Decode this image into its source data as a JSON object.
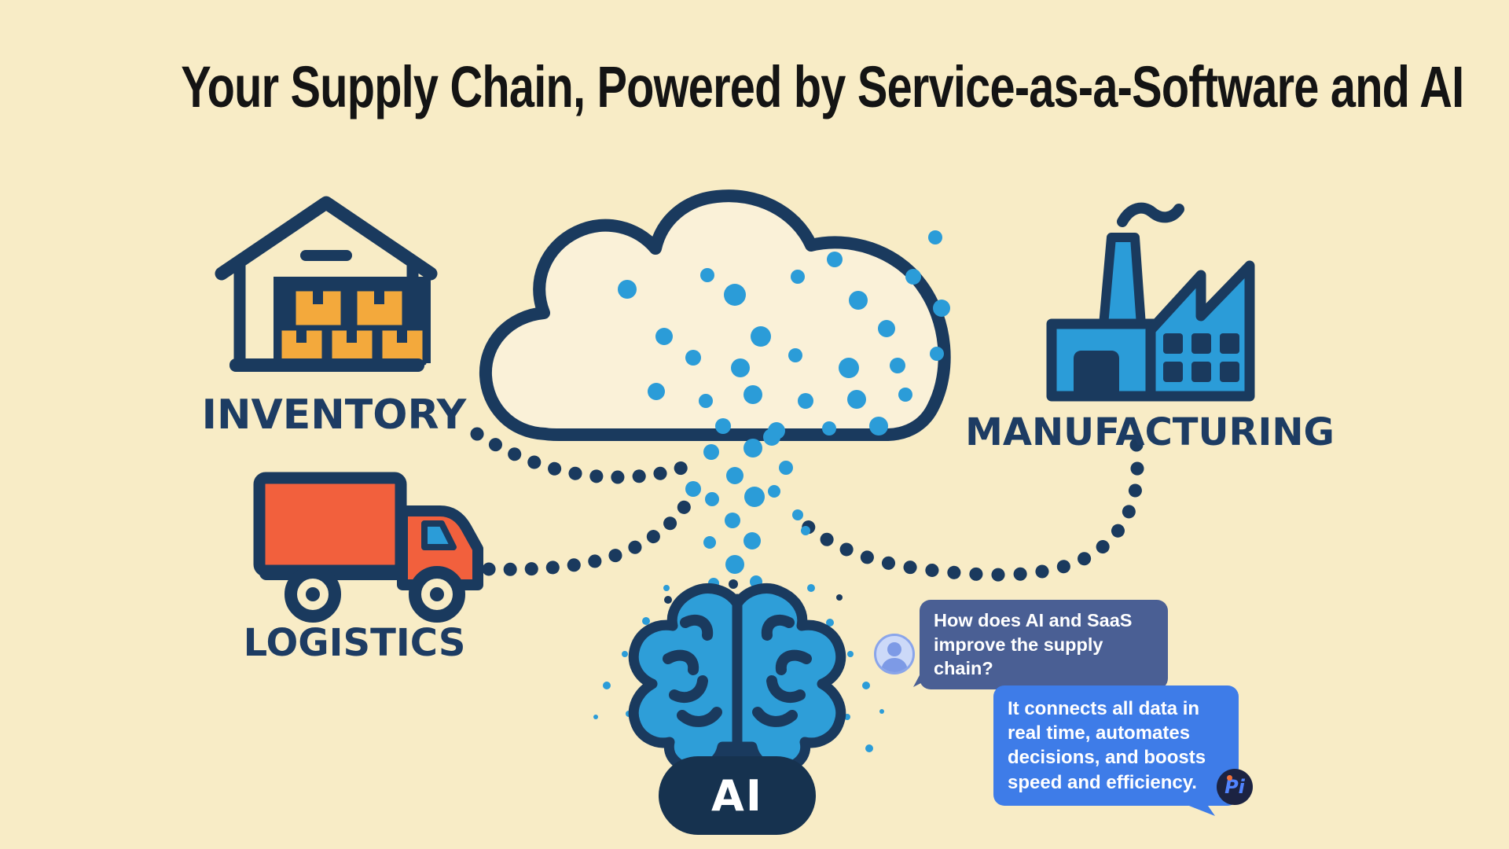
{
  "title": {
    "text": "Your Supply Chain, Powered by Service-as-a-Software and AI"
  },
  "diagram": {
    "inventory_label": "INVENTORY",
    "logistics_label": "LOGISTICS",
    "manufacturing_label": "MANUFACTURING",
    "ai_label": "AI",
    "icons": [
      "warehouse-icon",
      "truck-icon",
      "cloud-icon",
      "factory-icon",
      "brain-icon"
    ]
  },
  "chat": {
    "user_question": "How does AI and SaaS improve the supply chain?",
    "ai_answer": "It connects all data in real time, automates decisions, and boosts speed and efficiency.",
    "logo_text": "Pi"
  },
  "colors": {
    "background": "#f8ecc6",
    "navy_outline": "#1a3a5e",
    "label_navy": "#1d3c63",
    "data_blue": "#2b9cd8",
    "box_orange": "#f3a93c",
    "truck_orange": "#f2603d",
    "user_bubble": "#4a5f94",
    "ai_bubble": "#3e7ce8",
    "ai_pill": "#16324f",
    "logo_bg": "#1c2342"
  }
}
